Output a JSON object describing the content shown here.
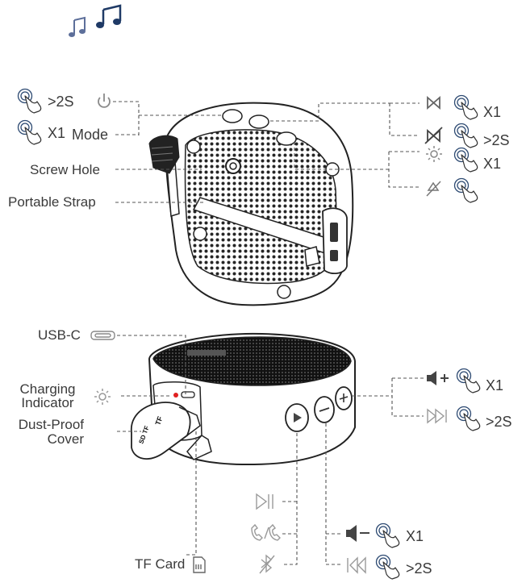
{
  "callouts": {
    "power_hold": ">2S",
    "mode_press": "X1",
    "mode_label": "Mode",
    "rhythm_press": "X1",
    "rhythm_hold": ">2S",
    "light_press": "X1",
    "screw_hole": "Screw Hole",
    "portable_strap": "Portable Strap",
    "usb_c": "USB-C",
    "charging_indicator_line1": "Charging",
    "charging_indicator_line2": "Indicator",
    "dust_proof_line1": "Dust-Proof",
    "dust_proof_line2": "Cover",
    "vol_up_press": "X1",
    "next_track_hold": ">2S",
    "vol_down_press": "X1",
    "prev_track_hold": ">2S",
    "tf_card": "TF Card"
  },
  "device_text": {
    "tf_cover_text": "TF",
    "tf_cover_text_2": "SD TF"
  },
  "colors": {
    "line": "#2a2a2a",
    "dash": "#555555",
    "icon_light": "#8a8a8a",
    "finger_blue": "#2d4a72",
    "music_dark": "#1f3a66",
    "music_light": "#5d6f9a",
    "red_led": "#e02020",
    "mesh": "#222222"
  },
  "icons": {
    "music": "music-notes-icon",
    "power": "power-icon",
    "tap": "finger-tap-icon",
    "rhythm_light": "bowtie-light-icon",
    "rhythm_off": "bowtie-off-icon",
    "light_on": "sun-icon",
    "light_off": "light-off-icon",
    "usb": "usb-port-icon",
    "charge": "sun-led-icon",
    "vol_up": "speaker-plus-icon",
    "next": "next-track-icon",
    "play_pause": "play-pause-icon",
    "call": "phone-call-icon",
    "bluetooth_off": "bluetooth-off-icon",
    "vol_down": "speaker-minus-icon",
    "prev": "prev-track-icon",
    "sd_card": "sd-card-icon"
  }
}
